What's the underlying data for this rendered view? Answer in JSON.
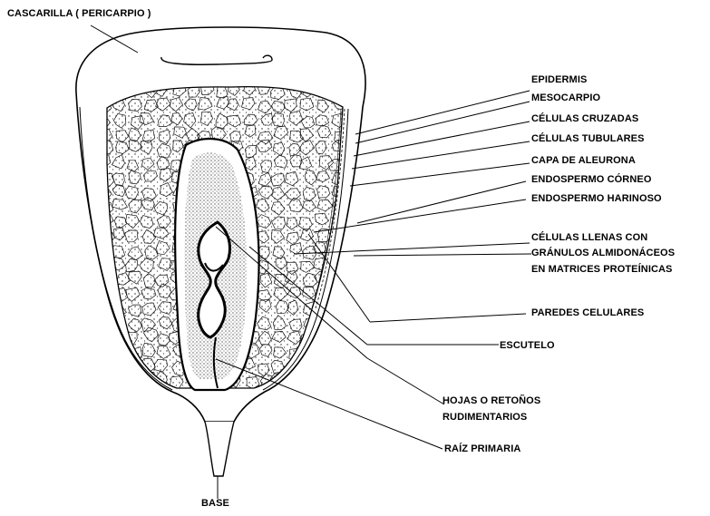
{
  "labels": {
    "cascarilla": "CASCARILLA ( PERICARPIO )",
    "epidermis": "EPIDERMIS",
    "mesocarpio": "MESOCARPIO",
    "celulas_cruzadas": "CÉLULAS CRUZADAS",
    "celulas_tubulares": "CÉLULAS TUBULARES",
    "capa_aleurona": "CAPA DE ALEURONA",
    "endospermo_corneo": "ENDOSPERMO CÓRNEO",
    "endospermo_harinoso": "ENDOSPERMO HARINOSO",
    "celulas_llenas_1": "CÉLULAS LLENAS CON",
    "celulas_llenas_2": "GRÁNULOS ALMIDONÁCEOS",
    "celulas_llenas_3": "EN MATRICES PROTEÍNICAS",
    "paredes_celulares": "PAREDES CELULARES",
    "escutelo": "ESCUTELO",
    "hojas_1": "HOJAS O RETOÑOS",
    "hojas_2": "RUDIMENTARIOS",
    "raiz_primaria": "RAÍZ PRIMARIA",
    "base": "BASE"
  }
}
